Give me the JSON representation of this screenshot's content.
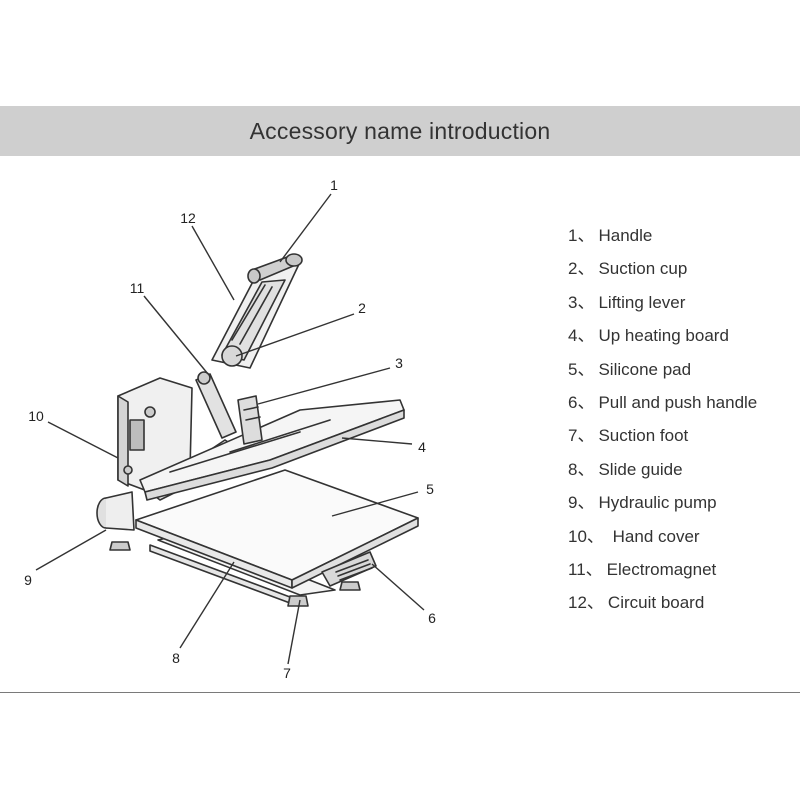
{
  "header": {
    "title": "Accessory name introduction"
  },
  "callouts": [
    "1",
    "2",
    "3",
    "4",
    "5",
    "6",
    "7",
    "8",
    "9",
    "10",
    "11",
    "12"
  ],
  "legend": [
    {
      "num": "1、",
      "name": "Handle"
    },
    {
      "num": "2、",
      "name": "Suction cup"
    },
    {
      "num": "3、",
      "name": "Lifting lever"
    },
    {
      "num": "4、",
      "name": "Up heating board"
    },
    {
      "num": "5、",
      "name": "Silicone pad"
    },
    {
      "num": "6、",
      "name": "Pull and push handle"
    },
    {
      "num": "7、",
      "name": "Suction foot"
    },
    {
      "num": "8、",
      "name": "Slide guide"
    },
    {
      "num": "9、",
      "name": "Hydraulic pump"
    },
    {
      "num": "10、",
      "name": " Hand cover"
    },
    {
      "num": "11、",
      "name": "Electromagnet"
    },
    {
      "num": "12、",
      "name": "Circuit board"
    }
  ]
}
